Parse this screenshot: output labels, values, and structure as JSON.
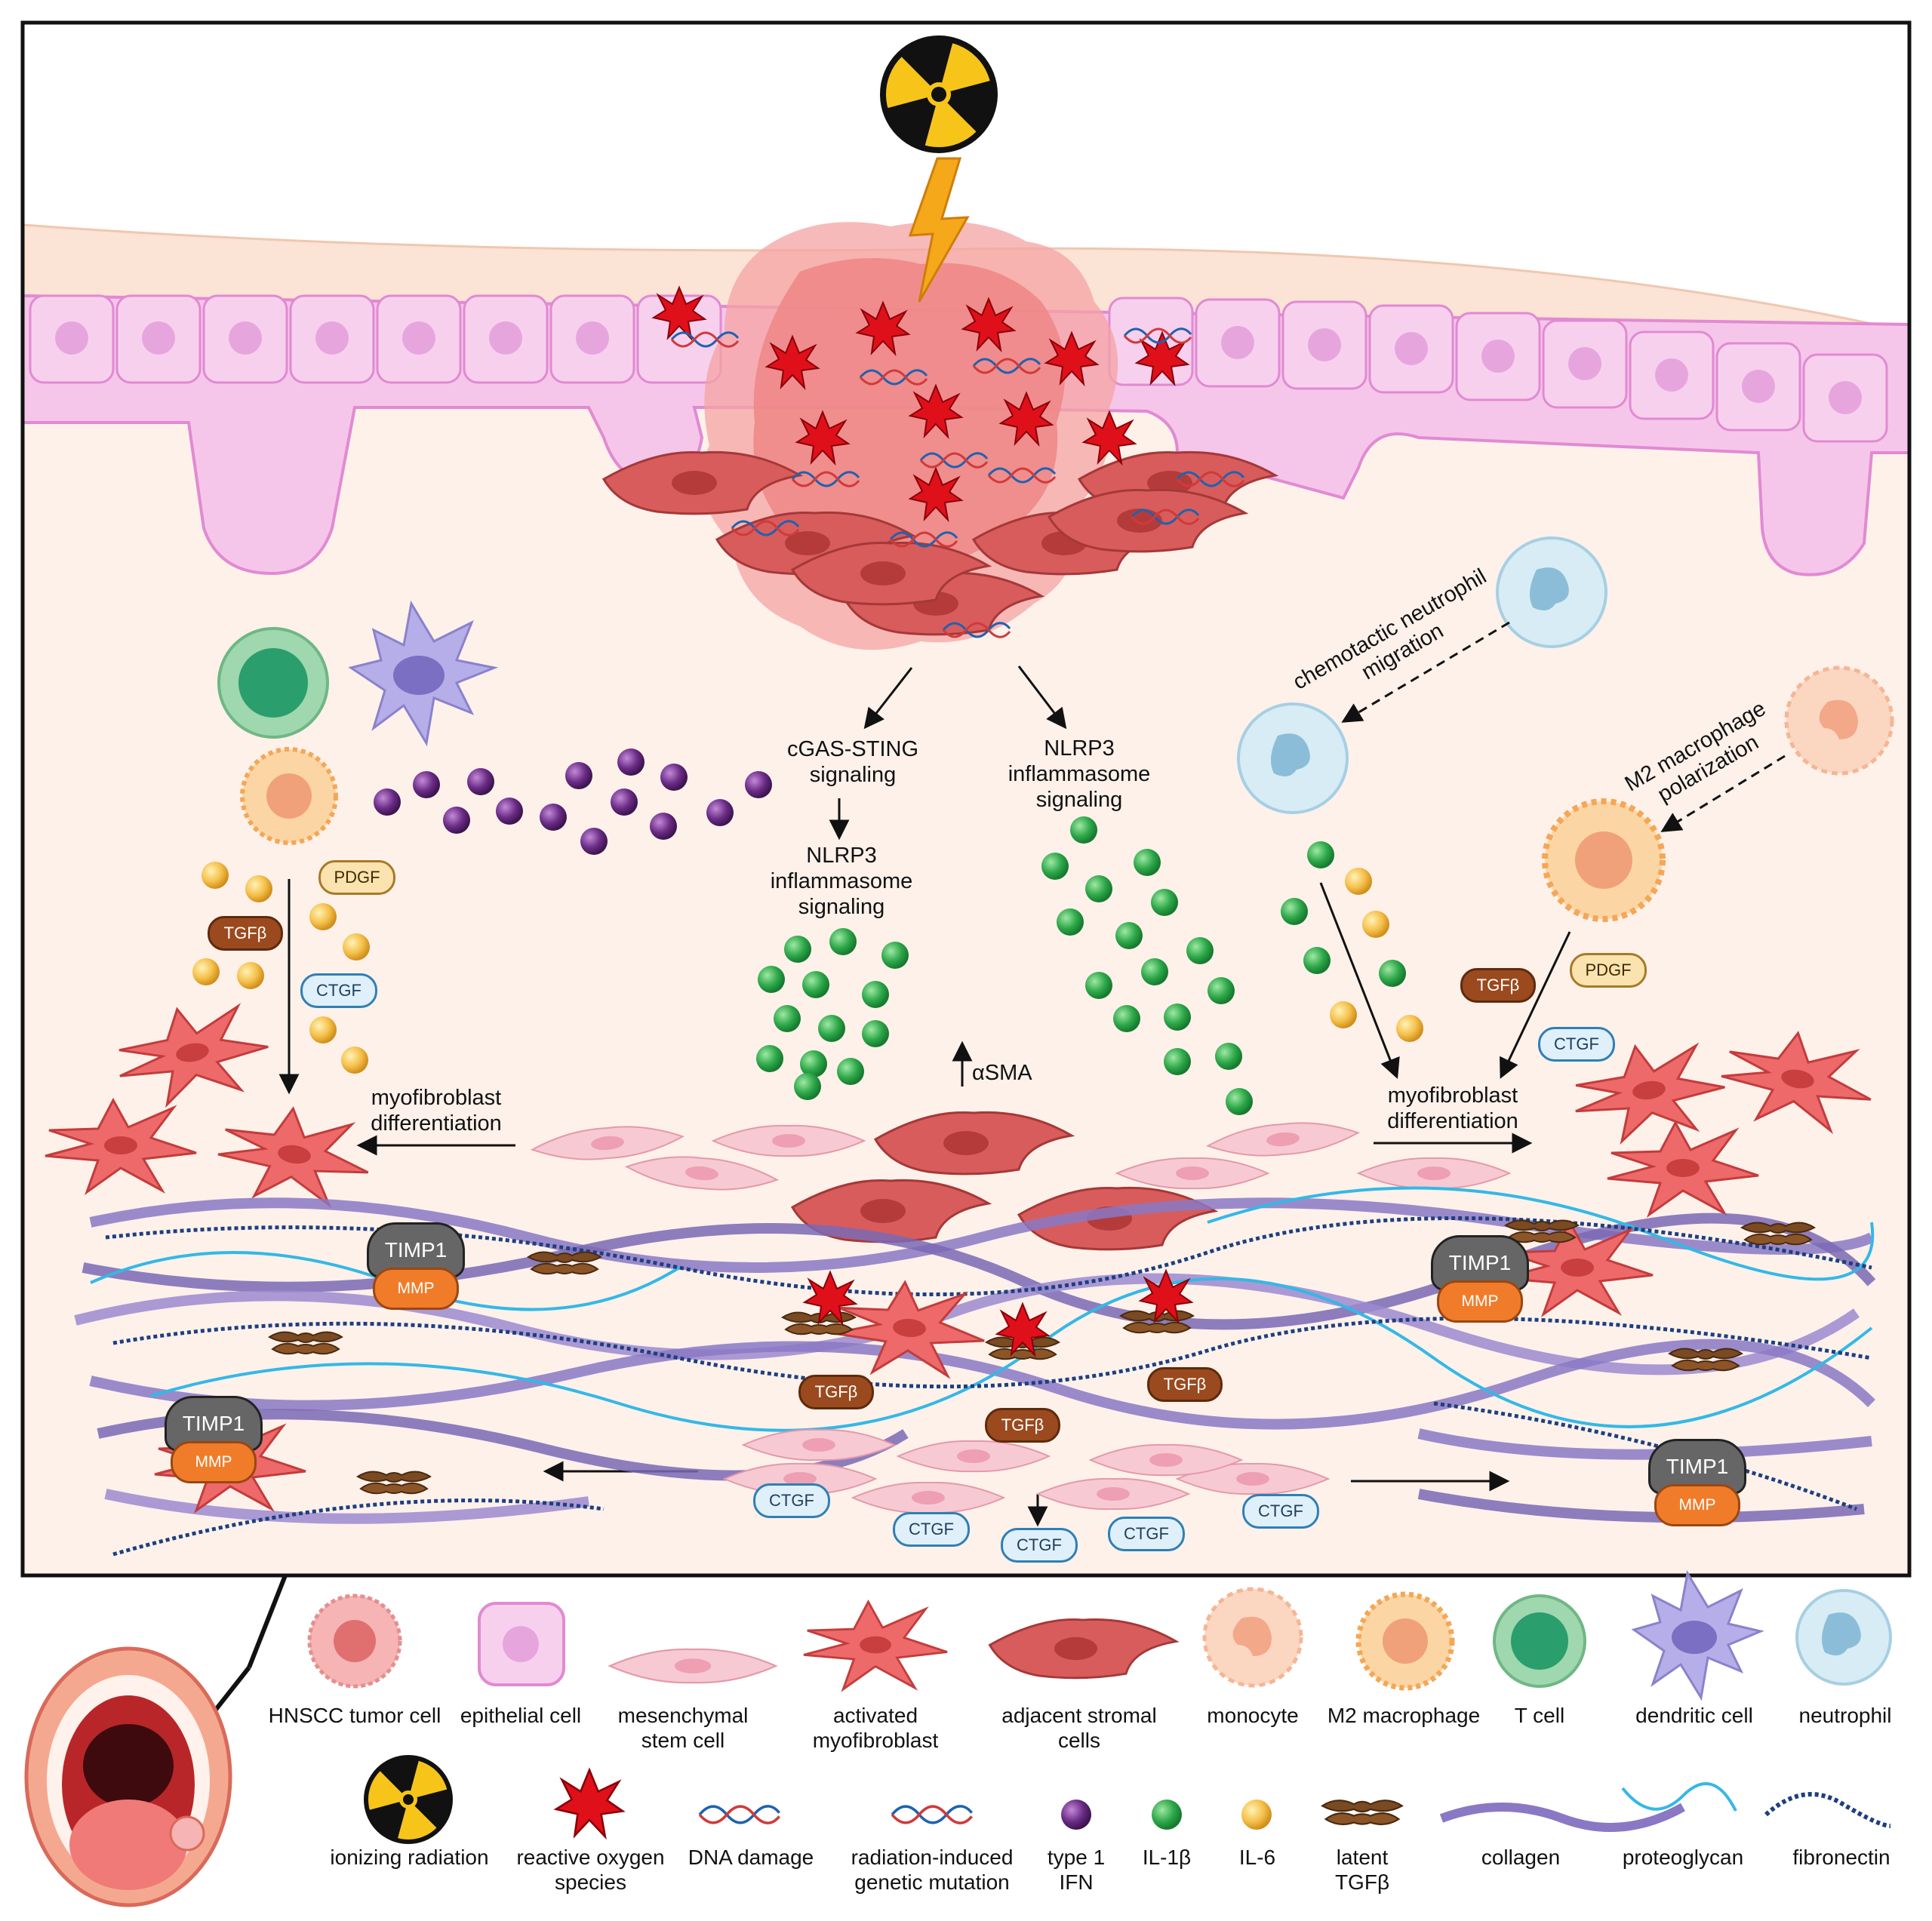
{
  "labels": {
    "cgas": [
      "cGAS-STING",
      "signaling"
    ],
    "nlrp3_left": [
      "NLRP3",
      "inflammasome",
      "signaling"
    ],
    "nlrp3_right": [
      "NLRP3",
      "inflammasome",
      "signaling"
    ],
    "asma": "αSMA",
    "myo_left": [
      "myofibroblast",
      "differentiation"
    ],
    "myo_right": [
      "myofibroblast",
      "differentiation"
    ],
    "chemotactic": [
      "chemotactic neutrophil",
      "migration"
    ],
    "m2pol": [
      "M2 macrophage",
      "polarization"
    ],
    "tgfb": "TGFβ",
    "ctgf": "CTGF",
    "pdgf": "PDGF",
    "timp1": "TIMP1",
    "mmp": "MMP"
  },
  "legend": {
    "row1": [
      {
        "name": "HNSCC tumor cell"
      },
      {
        "name": "epithelial cell"
      },
      {
        "name": "mesenchymal stem cell"
      },
      {
        "name": "activated myofibroblast"
      },
      {
        "name": "adjacent stromal cells"
      },
      {
        "name": "monocyte"
      },
      {
        "name": "M2 macrophage"
      },
      {
        "name": "T cell"
      },
      {
        "name": "dendritic cell"
      },
      {
        "name": "neutrophil"
      }
    ],
    "row2": [
      {
        "name": "ionizing radiation"
      },
      {
        "name": "reactive oxygen species"
      },
      {
        "name": "DNA damage"
      },
      {
        "name": "radiation-induced genetic mutation"
      },
      {
        "name": "type 1 IFN"
      },
      {
        "name": "IL-1β"
      },
      {
        "name": "IL-6"
      },
      {
        "name": "latent TGFβ"
      },
      {
        "name": "collagen"
      },
      {
        "name": "proteoglycan"
      },
      {
        "name": "fibronectin"
      }
    ]
  },
  "colors": {
    "tissue": "#fcefe6",
    "epithelium": "#f5c6ea",
    "tumor": "#ef8c8c",
    "myofibroblast": "#ee6a6a",
    "stromal": "#d85c5c",
    "msc": "#f7c9d3",
    "il1b": "#2ea84a",
    "il6": "#f5c04a",
    "ifn": "#6b2c86",
    "ros": "#e0101a",
    "tgfb": "#9a4a1e",
    "ctgf": "#dff0fa",
    "pdgf": "#fbe3b0",
    "collagen": "#8a78c4",
    "proteoglycan": "#34b8e6",
    "fibronectin": "#1d3f80"
  }
}
